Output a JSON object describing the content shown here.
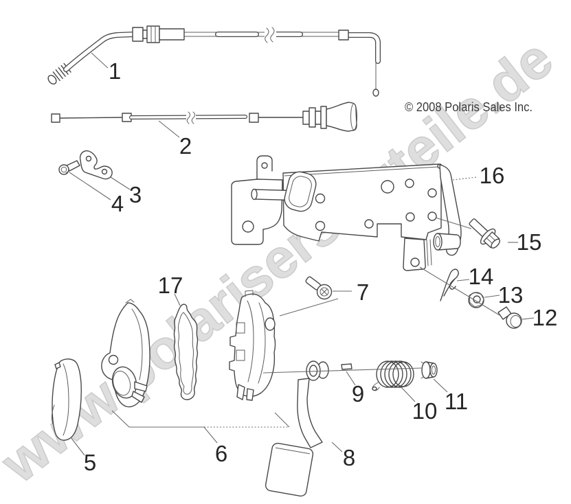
{
  "diagram": {
    "watermark": "www.polarisersatzteile.de",
    "copyright": "© 2008 Polaris Sales Inc.",
    "callouts": [
      "1",
      "2",
      "3",
      "4",
      "5",
      "6",
      "7",
      "8",
      "9",
      "10",
      "11",
      "12",
      "13",
      "14",
      "15",
      "16",
      "17"
    ],
    "colors": {
      "line": "#474747",
      "label": "#262626",
      "watermark": "#d6d6d6",
      "background": "#ffffff"
    }
  }
}
